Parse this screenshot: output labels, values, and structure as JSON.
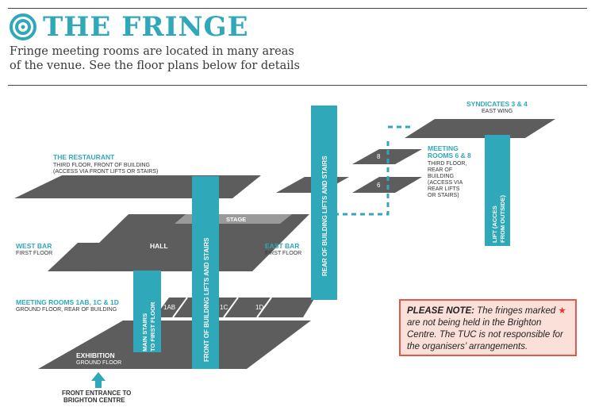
{
  "title": "THE FRINGE",
  "subtitle_line1": "Fringe meeting rooms are located in many areas",
  "subtitle_line2": "of the venue. See the floor plans below for details",
  "areas": {
    "restaurant": {
      "name": "THE RESTAURANT",
      "detail1": "THIRD FLOOR, FRONT OF BUILDING",
      "detail2": "(ACCESS VIA FRONT LIFTS OR STAIRS)"
    },
    "west_bar": {
      "name": "WEST BAR",
      "detail": "FIRST FLOOR"
    },
    "east_bar": {
      "name": "EAST BAR",
      "detail": "FIRST FLOOR"
    },
    "hall": "HALL",
    "stage": "STAGE",
    "meeting_rooms_1": {
      "name": "MEETING ROOMS 1AB, 1C & 1D",
      "detail": "GROUND FLOOR, REAR OF BUILDING"
    },
    "rooms": [
      "1AB",
      "1C",
      "1D"
    ],
    "exhibition": {
      "name": "EXHIBITION",
      "detail": "GROUND FLOOR"
    },
    "entrance": {
      "line1": "FRONT ENTRANCE TO",
      "line2": "BRIGHTON CENTRE"
    },
    "syndicates": {
      "name": "SYNDICATES 3 & 4",
      "detail": "EAST WING"
    },
    "meeting_rooms_6_8": {
      "line1": "MEETING",
      "line2": "ROOMS 6 & 8",
      "d1": "THIRD FLOOR,",
      "d2": "REAR OF",
      "d3": "BUILDING",
      "d4": "(ACCESS VIA",
      "d5": "REAR LIFTS",
      "d6": "OR STAIRS)"
    },
    "room_numbers": [
      "8",
      "6"
    ]
  },
  "shafts": {
    "main_stairs_1": "MAIN STAIRS",
    "main_stairs_2": "TO FIRST FLOOR",
    "front_lifts": "FRONT OF BUILDING LIFTS AND STAIRS",
    "rear_lifts": "REAR OF BUILDING LIFTS AND STAIRS",
    "lift_outside_1": "LIFT (ACCES",
    "lift_outside_2": "FROM OUTSIDE)"
  },
  "note": {
    "prefix": "PLEASE NOTE:",
    "text1": " The fringes marked ",
    "star": "★",
    "text2": " are not being held in the Brighton Centre. The TUC is not responsible for the organisers’ arrangements."
  },
  "colors": {
    "teal": "#2fa8b9",
    "floor": "#5d5d5d",
    "stage": "#9a9a9a",
    "note_border": "#e05a4c",
    "note_bg": "#fbe0d9"
  },
  "icons": [
    "target-icon",
    "up-arrow-icon",
    "star-icon"
  ]
}
